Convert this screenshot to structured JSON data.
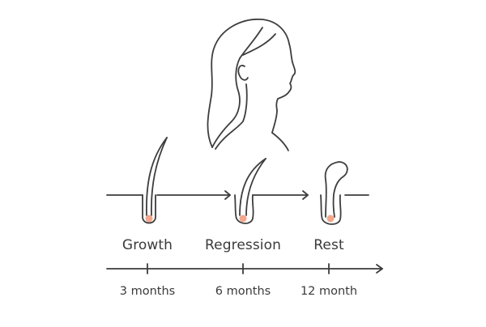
{
  "colors": {
    "line": "#3d3d3d",
    "bulb": "#f3a78d",
    "bulb_center": "#e8866a",
    "background": "#ffffff"
  },
  "stages": [
    {
      "label": "Growth"
    },
    {
      "label": "Regression"
    },
    {
      "label": "Rest"
    }
  ],
  "timeline": {
    "ticks": [
      "3 months",
      "6 months",
      "12 month"
    ]
  }
}
